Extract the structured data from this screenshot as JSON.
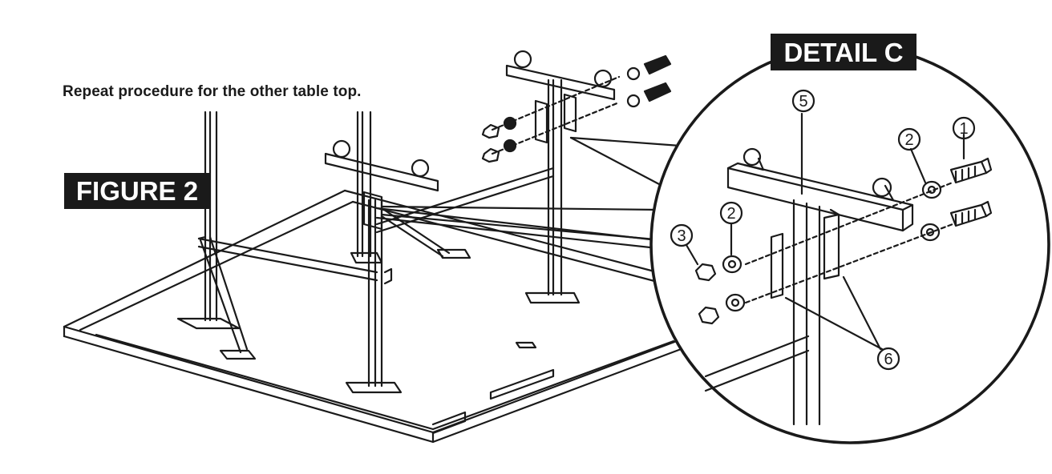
{
  "instruction_text": "Repeat procedure for the other table top.",
  "figure_label": "FIGURE 2",
  "detail_label": "DETAIL C",
  "callouts": {
    "bolt": "1",
    "washer": "2",
    "nut": "3",
    "crossbar": "5",
    "bracket": "6"
  },
  "colors": {
    "ink": "#1a1a1a",
    "paper": "#ffffff",
    "label_background": "#1a1a1a",
    "label_text": "#ffffff"
  }
}
